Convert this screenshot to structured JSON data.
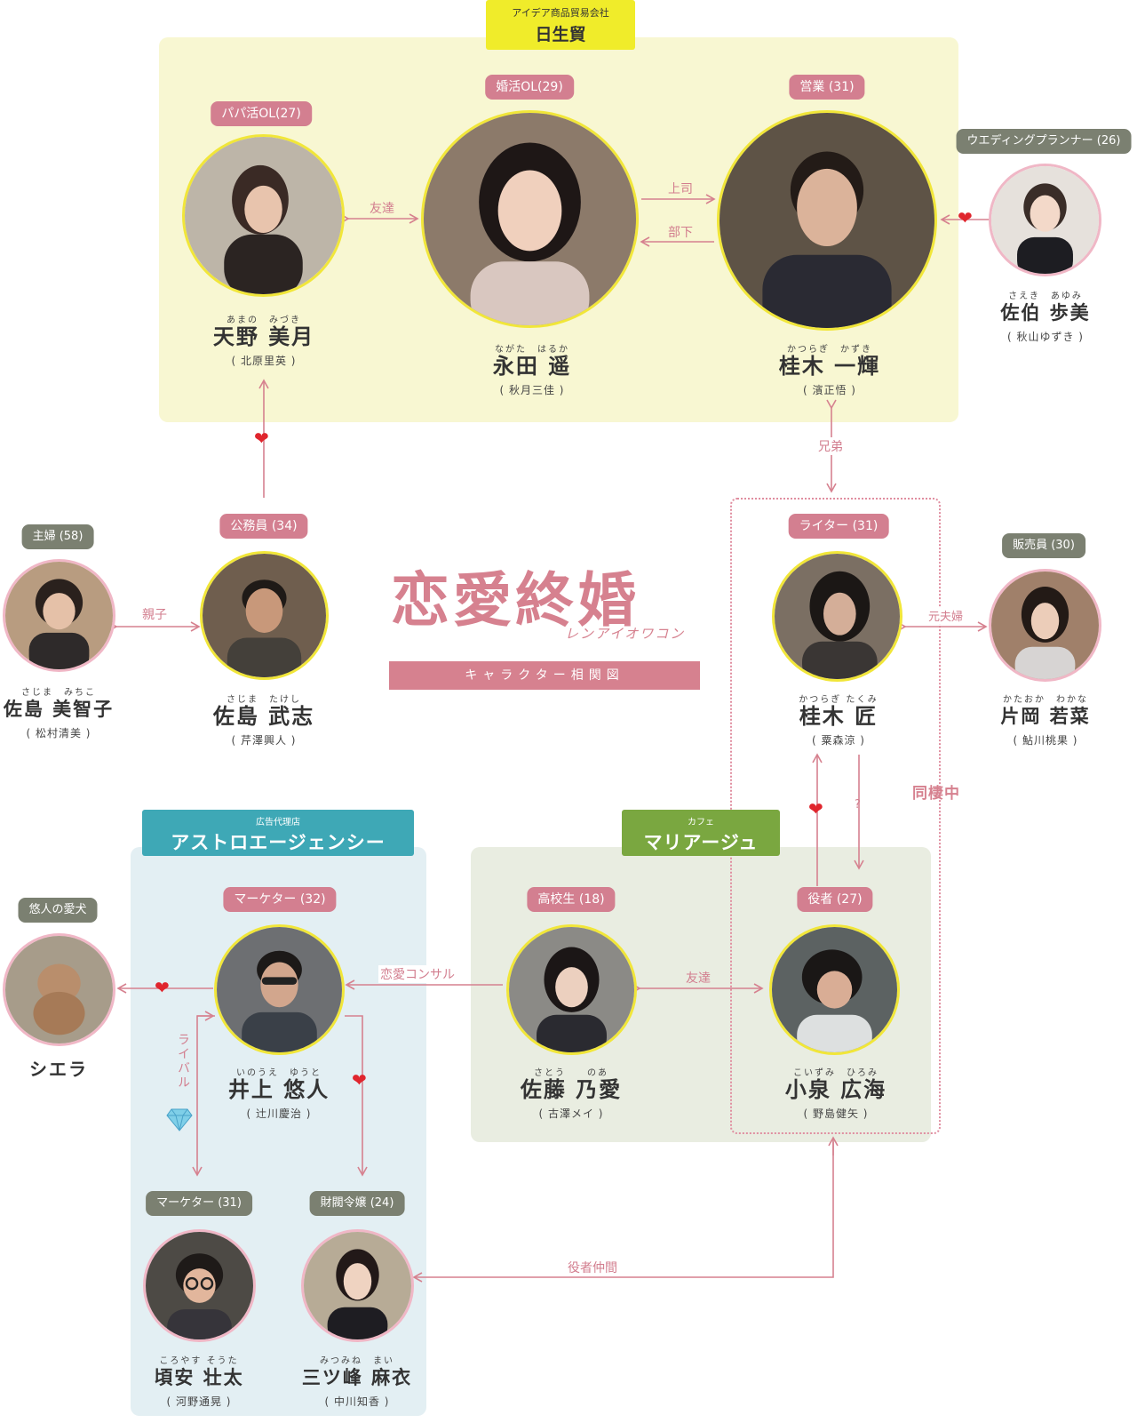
{
  "companies": {
    "nisseiga": {
      "sub": "アイデア商品貿易会社",
      "name": "日生貿"
    },
    "astro": {
      "sub": "広告代理店",
      "name": "アストロエージェンシー"
    },
    "mariage": {
      "sub": "カフェ",
      "name": "マリアージュ"
    }
  },
  "title": {
    "main": "恋愛終婚",
    "sub": "レンアイオワコン",
    "bar": "キャラクター相関図"
  },
  "people": {
    "mizuki": {
      "role": "パパ活OL(27)",
      "ruby": "あまの　みづき",
      "name": "天野 美月",
      "actor": "( 北原里英 )"
    },
    "haruka": {
      "role": "婚活OL(29)",
      "ruby": "ながた　はるか",
      "name": "永田 遥",
      "actor": "( 秋月三佳 )"
    },
    "kazuki": {
      "role": "営業 (31)",
      "ruby": "かつらぎ　かずき",
      "name": "桂木 一輝",
      "actor": "( 濱正悟 )"
    },
    "ayumi": {
      "role": "ウエディングプランナー (26)",
      "ruby": "さえき　あゆみ",
      "name": "佐伯 歩美",
      "actor": "( 秋山ゆずき )"
    },
    "michiko": {
      "role": "主婦 (58)",
      "ruby": "さじま　みちこ",
      "name": "佐島 美智子",
      "actor": "( 松村清美 )"
    },
    "takeshi": {
      "role": "公務員 (34)",
      "ruby": "さじま　たけし",
      "name": "佐島 武志",
      "actor": "( 芹澤興人 )"
    },
    "takumi": {
      "role": "ライター (31)",
      "ruby": "かつらぎ たくみ",
      "name": "桂木 匠",
      "actor": "( 粟森涼 )"
    },
    "wakana": {
      "role": "販売員 (30)",
      "ruby": "かたおか　わかな",
      "name": "片岡 若菜",
      "actor": "( 鮎川桃果 )"
    },
    "sheila": {
      "role": "悠人の愛犬",
      "name": "シエラ"
    },
    "yuto": {
      "role": "マーケター (32)",
      "ruby": "いのうえ　ゆうと",
      "name": "井上 悠人",
      "actor": "( 辻川慶治 )"
    },
    "noa": {
      "role": "高校生 (18)",
      "ruby": "さとう　　のあ",
      "name": "佐藤 乃愛",
      "actor": "( 古澤メイ )"
    },
    "hiromi": {
      "role": "役者 (27)",
      "ruby": "こいずみ　ひろみ",
      "name": "小泉 広海",
      "actor": "( 野島健矢 )"
    },
    "sota": {
      "role": "マーケター (31)",
      "ruby": "ころやす そうた",
      "name": "頃安 壮太",
      "actor": "( 河野通晃 )"
    },
    "mai": {
      "role": "財閥令嬢 (24)",
      "ruby": "みつみね　まい",
      "name": "三ツ峰 麻衣",
      "actor": "( 中川知香 )"
    }
  },
  "relations": {
    "friends1": "友達",
    "boss": "上司",
    "subordinate": "部下",
    "brothers": "兄弟",
    "parent_child": "親子",
    "ex_couple": "元夫婦",
    "living_together": "同棲中",
    "question": "?",
    "love_consult": "恋愛コンサル",
    "friends2": "友達",
    "rival": "ライバル",
    "actor_colleague": "役者仲間"
  },
  "icons": {
    "heart": "heart-icon",
    "diamond": "diamond-icon"
  },
  "colors": {
    "pink": "#d37f90",
    "yellow_box": "#f8f7d2",
    "blue_box": "#e3eff3",
    "green_box": "#e9ede1",
    "company_yellow": "#f0ec2a",
    "teal": "#3ea8b6",
    "olive": "#7aa740",
    "gray_tag": "#7b8071"
  }
}
